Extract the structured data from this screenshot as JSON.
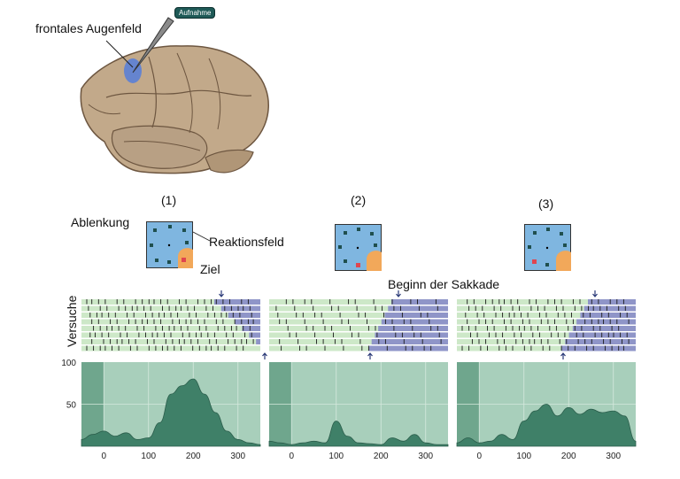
{
  "brain": {
    "area_label": "frontales Augenfeld",
    "electrode_label": "Aufnahme"
  },
  "panels": [
    {
      "label": "(1)",
      "target_color": "#e0454f"
    },
    {
      "label": "(2)",
      "target_color": "#e0454f"
    },
    {
      "label": "(3)",
      "target_color": "#e0454f"
    }
  ],
  "annotations": {
    "distractor": "Ablenkung",
    "response_field": "Reaktionsfeld",
    "target": "Ziel",
    "saccade_onset": "Beginn der Sakkade",
    "trials": "Versuche"
  },
  "axis": {
    "y_ticks": [
      "100",
      "50"
    ],
    "x_ticks": [
      "0",
      "100",
      "200",
      "300"
    ]
  },
  "colors": {
    "raster_before": "#cde8c8",
    "raster_after": "#8f95c8",
    "hist_bg": "#a8cfbb",
    "hist_fill": "#3f8068",
    "display_bg": "#7fb6e0",
    "response_field": "#f2a85a"
  },
  "chart_data": [
    {
      "type": "area",
      "title": "(1)",
      "xlim": [
        -50,
        350
      ],
      "ylim": [
        0,
        100
      ],
      "x": [
        -50,
        -25,
        0,
        25,
        50,
        75,
        100,
        125,
        150,
        175,
        200,
        225,
        250,
        275,
        300,
        325,
        350
      ],
      "values": [
        8,
        14,
        18,
        12,
        16,
        8,
        10,
        28,
        62,
        72,
        80,
        62,
        40,
        18,
        8,
        4,
        2
      ]
    },
    {
      "type": "area",
      "title": "(2)",
      "xlim": [
        -50,
        350
      ],
      "ylim": [
        0,
        100
      ],
      "x": [
        -50,
        -25,
        0,
        25,
        50,
        75,
        100,
        125,
        150,
        175,
        200,
        225,
        250,
        275,
        300,
        325,
        350
      ],
      "values": [
        6,
        4,
        2,
        4,
        6,
        4,
        30,
        12,
        4,
        3,
        2,
        10,
        6,
        14,
        4,
        2,
        2
      ]
    },
    {
      "type": "area",
      "title": "(3)",
      "xlim": [
        -50,
        350
      ],
      "ylim": [
        0,
        100
      ],
      "x": [
        -50,
        -25,
        0,
        25,
        50,
        75,
        100,
        125,
        150,
        175,
        200,
        225,
        250,
        275,
        300,
        325,
        350
      ],
      "values": [
        4,
        10,
        4,
        6,
        14,
        8,
        30,
        42,
        50,
        36,
        46,
        38,
        44,
        40,
        42,
        36,
        6
      ]
    }
  ]
}
